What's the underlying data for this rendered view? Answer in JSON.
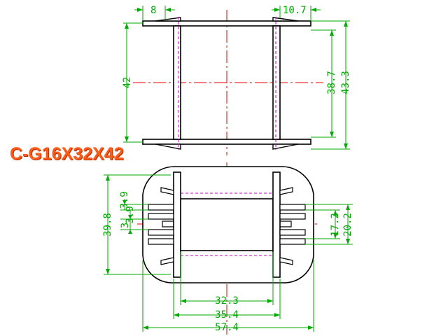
{
  "title": "C-G16X32X42",
  "top_view": {
    "dims": {
      "flange_left": "8",
      "flange_right": "10.7",
      "height": "42",
      "inner_height": "38.7",
      "outer_height": "43.3"
    }
  },
  "bottom_view": {
    "dims": {
      "pin_pitch_a": "3.9",
      "pin_pitch_b": "3.9",
      "pin_gap": "3",
      "body_depth": "39.8",
      "inner_window": "17.2",
      "window": "20.2",
      "core_width": "32.3",
      "bobbin_width": "35.4",
      "overall_width": "57.4"
    }
  },
  "colors": {
    "outline": "#000000",
    "dimension": "#00aa00",
    "centerline": "#ee0000",
    "hidden": "#cc00cc",
    "title": "#ff5a1a"
  }
}
